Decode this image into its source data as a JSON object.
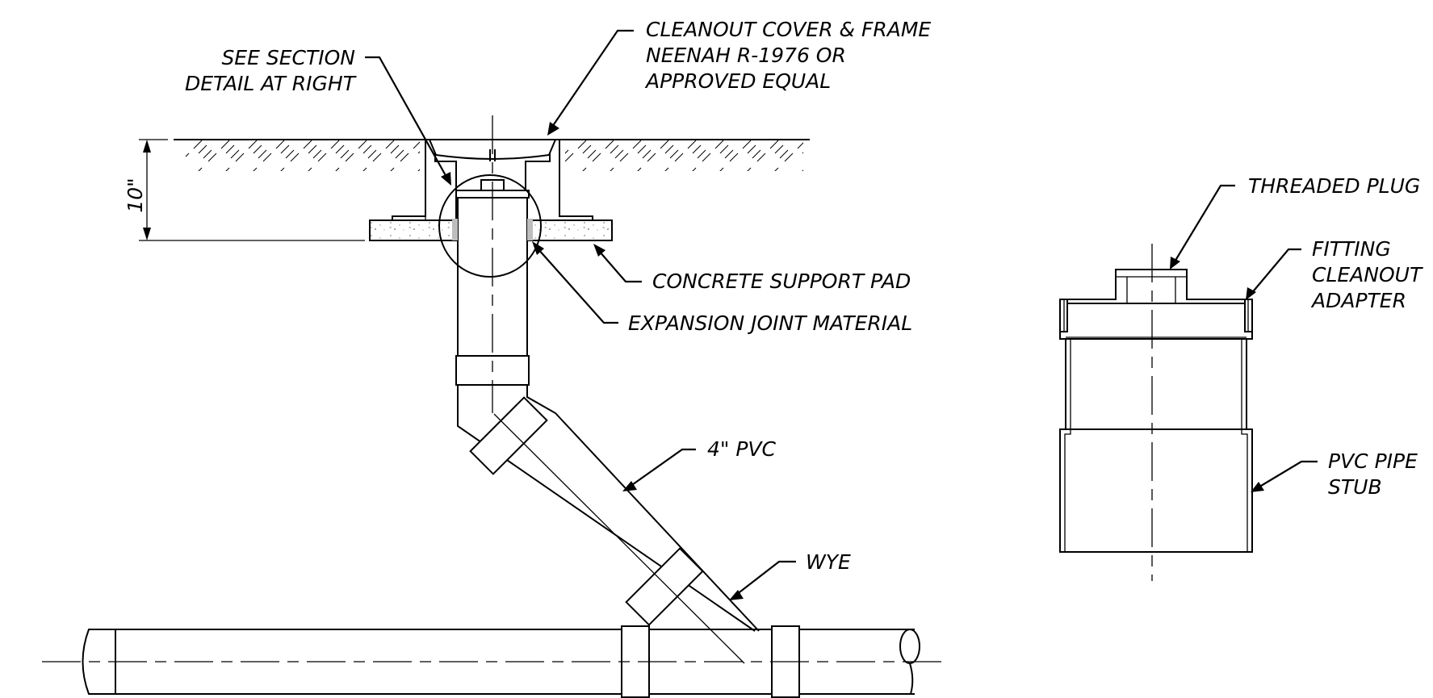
{
  "labels": {
    "cover_frame": [
      "CLEANOUT COVER & FRAME",
      "NEENAH R-1976 OR",
      "APPROVED EQUAL"
    ],
    "see_section": [
      "SEE SECTION",
      "DETAIL AT RIGHT"
    ],
    "dimension": "10\"",
    "concrete_pad": "CONCRETE SUPPORT PAD",
    "expansion_joint": "EXPANSION JOINT MATERIAL",
    "pvc": "4\" PVC",
    "wye": "WYE",
    "threaded_plug": "THREADED PLUG",
    "fitting_adapter": [
      "FITTING",
      "CLEANOUT",
      "ADAPTER"
    ],
    "pipe_stub": [
      "PVC PIPE",
      "STUB"
    ]
  },
  "colors": {
    "line": "#000000",
    "background": "#ffffff",
    "joint_material": "#bdbdbd",
    "concrete_speckle": "#8a8a8a"
  }
}
